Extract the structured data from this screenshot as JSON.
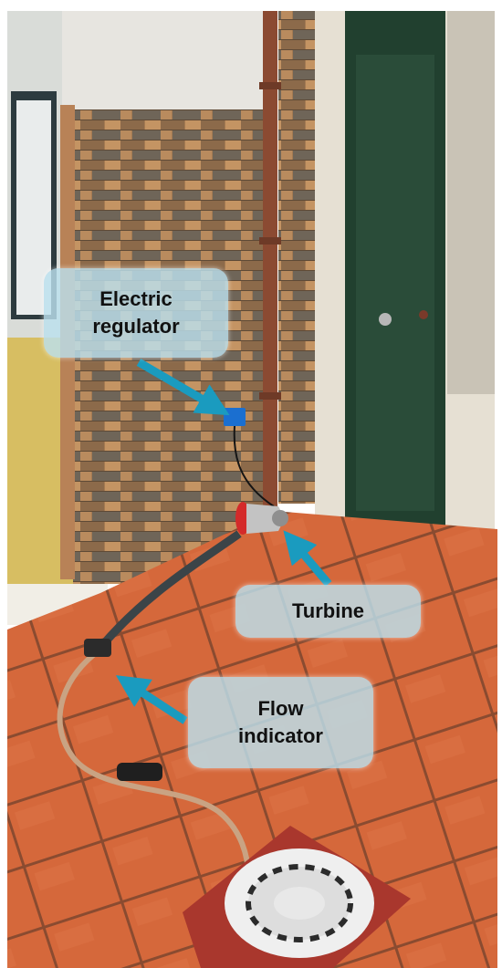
{
  "photo": {
    "description_icon": "photo-of-patio-with-turbine-setup",
    "labels": {
      "regulator_line1": "Electric",
      "regulator_line2": "regulator",
      "turbine": "Turbine",
      "flow_line1": "Flow",
      "flow_line2": "indicator"
    },
    "colors": {
      "label_fill": "#bce0ee",
      "arrow": "#1a9bbf",
      "floor_tile": "#d8693c",
      "brick": "#b88a5c",
      "door": "#21402f"
    }
  }
}
